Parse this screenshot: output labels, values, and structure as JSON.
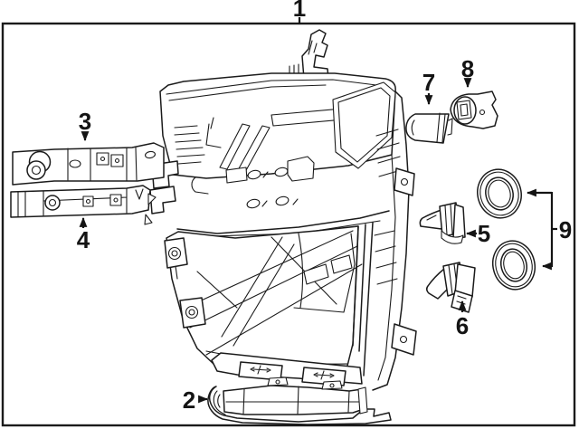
{
  "diagram": {
    "kind": "exploded-parts-line-diagram",
    "subject": "headlamp-assembly",
    "background_color": "#ffffff",
    "line_color": "#1b1b1b",
    "callouts": {
      "c1": {
        "label": "1",
        "part": "headlamp-assembly-box"
      },
      "c2": {
        "label": "2",
        "part": "lower-mount-bracket"
      },
      "c3": {
        "label": "3",
        "part": "upper-side-bracket"
      },
      "c4": {
        "label": "4",
        "part": "lower-side-bracket"
      },
      "c5": {
        "label": "5",
        "part": "halogen-bulb-upper"
      },
      "c6": {
        "label": "6",
        "part": "halogen-bulb-lower"
      },
      "c7": {
        "label": "7",
        "part": "wedge-bulb"
      },
      "c8": {
        "label": "8",
        "part": "bulb-socket"
      },
      "c9": {
        "label": "9",
        "part": "seal-rings"
      }
    }
  }
}
